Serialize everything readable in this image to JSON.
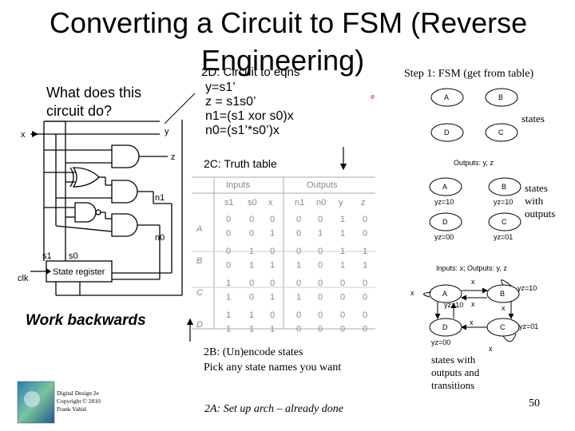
{
  "slide": {
    "title_line1": "Converting a Circuit to FSM (Reverse",
    "title_line2": "Engineering)",
    "step2d": "2D: Circuit to eqns",
    "step1": "Step 1: FSM (get from table)",
    "question": "What does this\ncircuit do?",
    "equations": "y=s1’\nz = s1s0’\nn1=(s1 xor s0)x\nn0=(s1’*s0’)x",
    "step2c": "2C: Truth table",
    "work_backwards": "Work backwards",
    "step2b": "2B: (Un)encode states\nPick any state names you want",
    "step2a": "2A: Set up arch – already done",
    "page_number": "50",
    "credits": "Digital Design 2e\nCopyright © 2010\nFrank Vahid",
    "label_states": "states",
    "label_states_outputs": "states\nwith\noutputs",
    "label_transitions": "states with\noutputs and\ntransitions"
  },
  "circuit": {
    "input_x": "x",
    "output_y": "y",
    "output_z": "z",
    "next_n1": "n1",
    "next_n0": "n0",
    "state_s1": "s1",
    "state_s0": "s0",
    "clock": "clk",
    "register": "State register"
  },
  "truth_table": {
    "group_inputs": "Inputs",
    "group_outputs": "Outputs",
    "headers": [
      "s1",
      "s0",
      "x",
      "n1",
      "n0",
      "y",
      "z"
    ],
    "row_labels": [
      "A",
      "B",
      "C",
      "D"
    ],
    "rows": [
      [
        "0",
        "0",
        "0",
        "0",
        "0",
        "1",
        "0"
      ],
      [
        "0",
        "0",
        "1",
        "0",
        "1",
        "1",
        "0"
      ],
      [
        "0",
        "1",
        "0",
        "0",
        "0",
        "1",
        "1"
      ],
      [
        "0",
        "1",
        "1",
        "1",
        "0",
        "1",
        "1"
      ],
      [
        "1",
        "0",
        "0",
        "0",
        "0",
        "0",
        "0"
      ],
      [
        "1",
        "0",
        "1",
        "1",
        "0",
        "0",
        "0"
      ],
      [
        "1",
        "1",
        "0",
        "0",
        "0",
        "0",
        "0"
      ],
      [
        "1",
        "1",
        "1",
        "0",
        "0",
        "0",
        "0"
      ]
    ]
  },
  "fsm": {
    "states": [
      "A",
      "B",
      "C",
      "D"
    ],
    "outputs_label": "Outputs: y, z",
    "io_label": "Inputs: x; Outputs: y, z",
    "out_A": "yz=10",
    "out_B": "yz=10",
    "out_C": "yz=01",
    "out_D": "yz=00",
    "t1": "x",
    "t2": "x",
    "t3": "x",
    "t4": "x",
    "t5": "x",
    "t6": "x"
  },
  "colors": {
    "gate_fill": "#ffffff",
    "state_fill": "#ffffff",
    "table_text": "#888888",
    "red_mark": "#cc2222"
  }
}
